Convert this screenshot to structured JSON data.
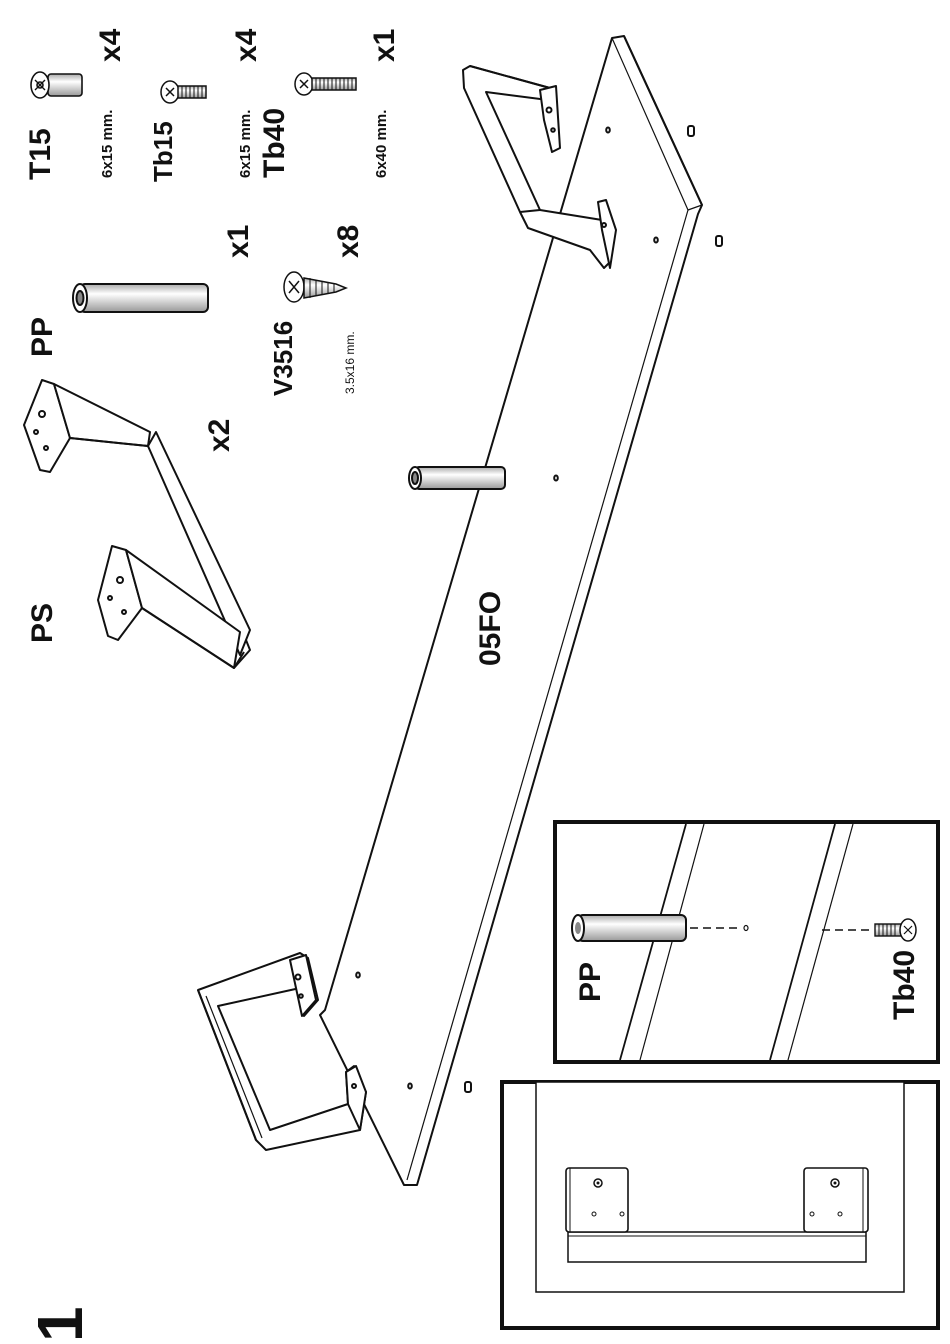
{
  "step_number": "1",
  "parts": {
    "T15": {
      "code": "T15",
      "size": "6x15 mm.",
      "qty": "x4"
    },
    "Tb15": {
      "code": "Tb15",
      "size": "6x15 mm.",
      "qty": "x4"
    },
    "Tb40": {
      "code": "Tb40",
      "size": "6x40 mm.",
      "qty": "x1"
    },
    "PP": {
      "code": "PP",
      "qty": "x1"
    },
    "V3516": {
      "code": "V3516",
      "size": "3.5x16 mm.",
      "qty": "x8"
    },
    "PS": {
      "code": "PS",
      "qty": "x2"
    }
  },
  "board_label": "05FO",
  "detail_zoom": {
    "pp_label": "PP",
    "tb40_label": "Tb40"
  },
  "icons": [
    "screw-icon",
    "dowel-icon",
    "bracket-leg-icon",
    "board-icon"
  ]
}
